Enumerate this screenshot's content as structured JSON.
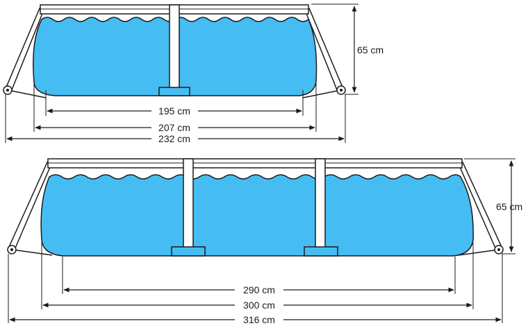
{
  "colors": {
    "water": "#46bdf2",
    "outline": "#1a1a1a",
    "frame": "#ffffff",
    "background": "#ffffff"
  },
  "small_pool": {
    "height_label": "65 cm",
    "inner_label": "195 cm",
    "middle_label": "207 cm",
    "outer_label": "232 cm"
  },
  "large_pool": {
    "height_label": "65 cm",
    "inner_label": "290 cm",
    "middle_label": "300 cm",
    "outer_label": "316 cm"
  }
}
